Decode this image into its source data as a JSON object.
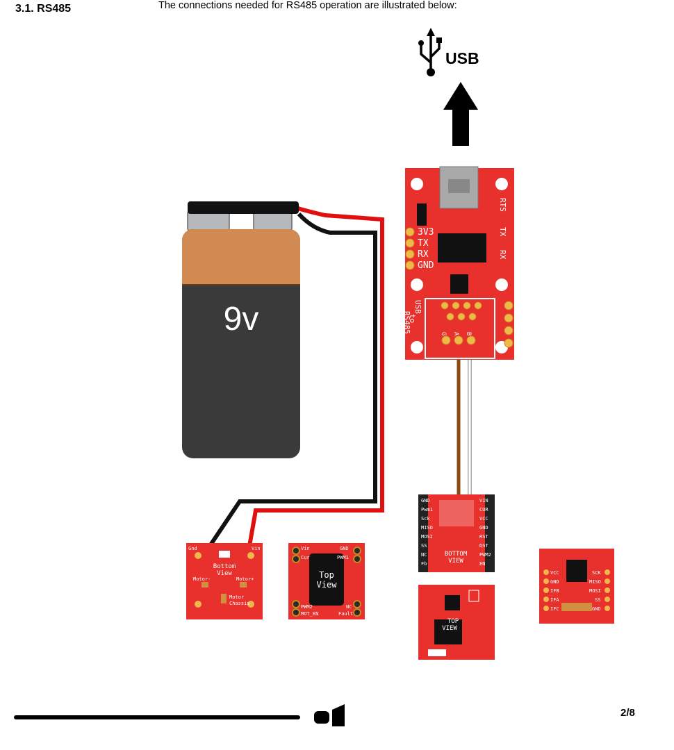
{
  "section": {
    "number": "3.1.",
    "title": "RS485"
  },
  "intro_text": "The connections needed for RS485 operation are illustrated below:",
  "usb": {
    "label": "USB"
  },
  "battery": {
    "label": "9v"
  },
  "usb_board": {
    "title_lines": [
      "USB",
      "to",
      "RS485"
    ],
    "left_pins": [
      "3V3",
      "TX",
      "RX",
      "GND"
    ],
    "leds": [
      "RTS",
      "TX",
      "RX"
    ],
    "bottom_pins": [
      "G",
      "A",
      "B"
    ]
  },
  "motor_board_bottom": {
    "pins_top": [
      "Gnd",
      "Vin"
    ],
    "label_lines": [
      "Bottom",
      "View"
    ],
    "motor_labels": [
      "Motor-",
      "Motor+"
    ],
    "chassis_lines": [
      "Motor",
      "Chassis"
    ]
  },
  "motor_board_top": {
    "pins": [
      "Vin",
      "GND",
      "Cur",
      "PWM1",
      "PWM2",
      "NC",
      "MOT_EN",
      "Fault"
    ],
    "label_lines": [
      "Top",
      "View"
    ]
  },
  "rs485_board_bottom": {
    "left_pins": [
      "GND",
      "Pwm1",
      "Sck",
      "MISO",
      "MOSI",
      "SS",
      "NC",
      "Fb"
    ],
    "right_pins": [
      "VIN",
      "CUR",
      "VCC",
      "GND",
      "RST",
      "DST",
      "PWM2",
      "EN"
    ],
    "label_lines": [
      "BOTTOM",
      "VIEW"
    ]
  },
  "rs485_board_top": {
    "label_lines": [
      "TOP",
      "VIEW"
    ]
  },
  "sensor_board": {
    "left_pins": [
      "VCC",
      "GND",
      "IFB",
      "IFA",
      "IFC"
    ],
    "right_pins": [
      "SCK",
      "MISO",
      "MOSI",
      "SS",
      "GND"
    ]
  },
  "footer": {
    "page": "2/8"
  },
  "colors": {
    "board_red": "#e8302c",
    "battery_orange": "#d08a52",
    "battery_dark": "#3a3a3a",
    "wire_red": "#e01010",
    "wire_black": "#111111",
    "wire_brown": "#8a4a10"
  }
}
